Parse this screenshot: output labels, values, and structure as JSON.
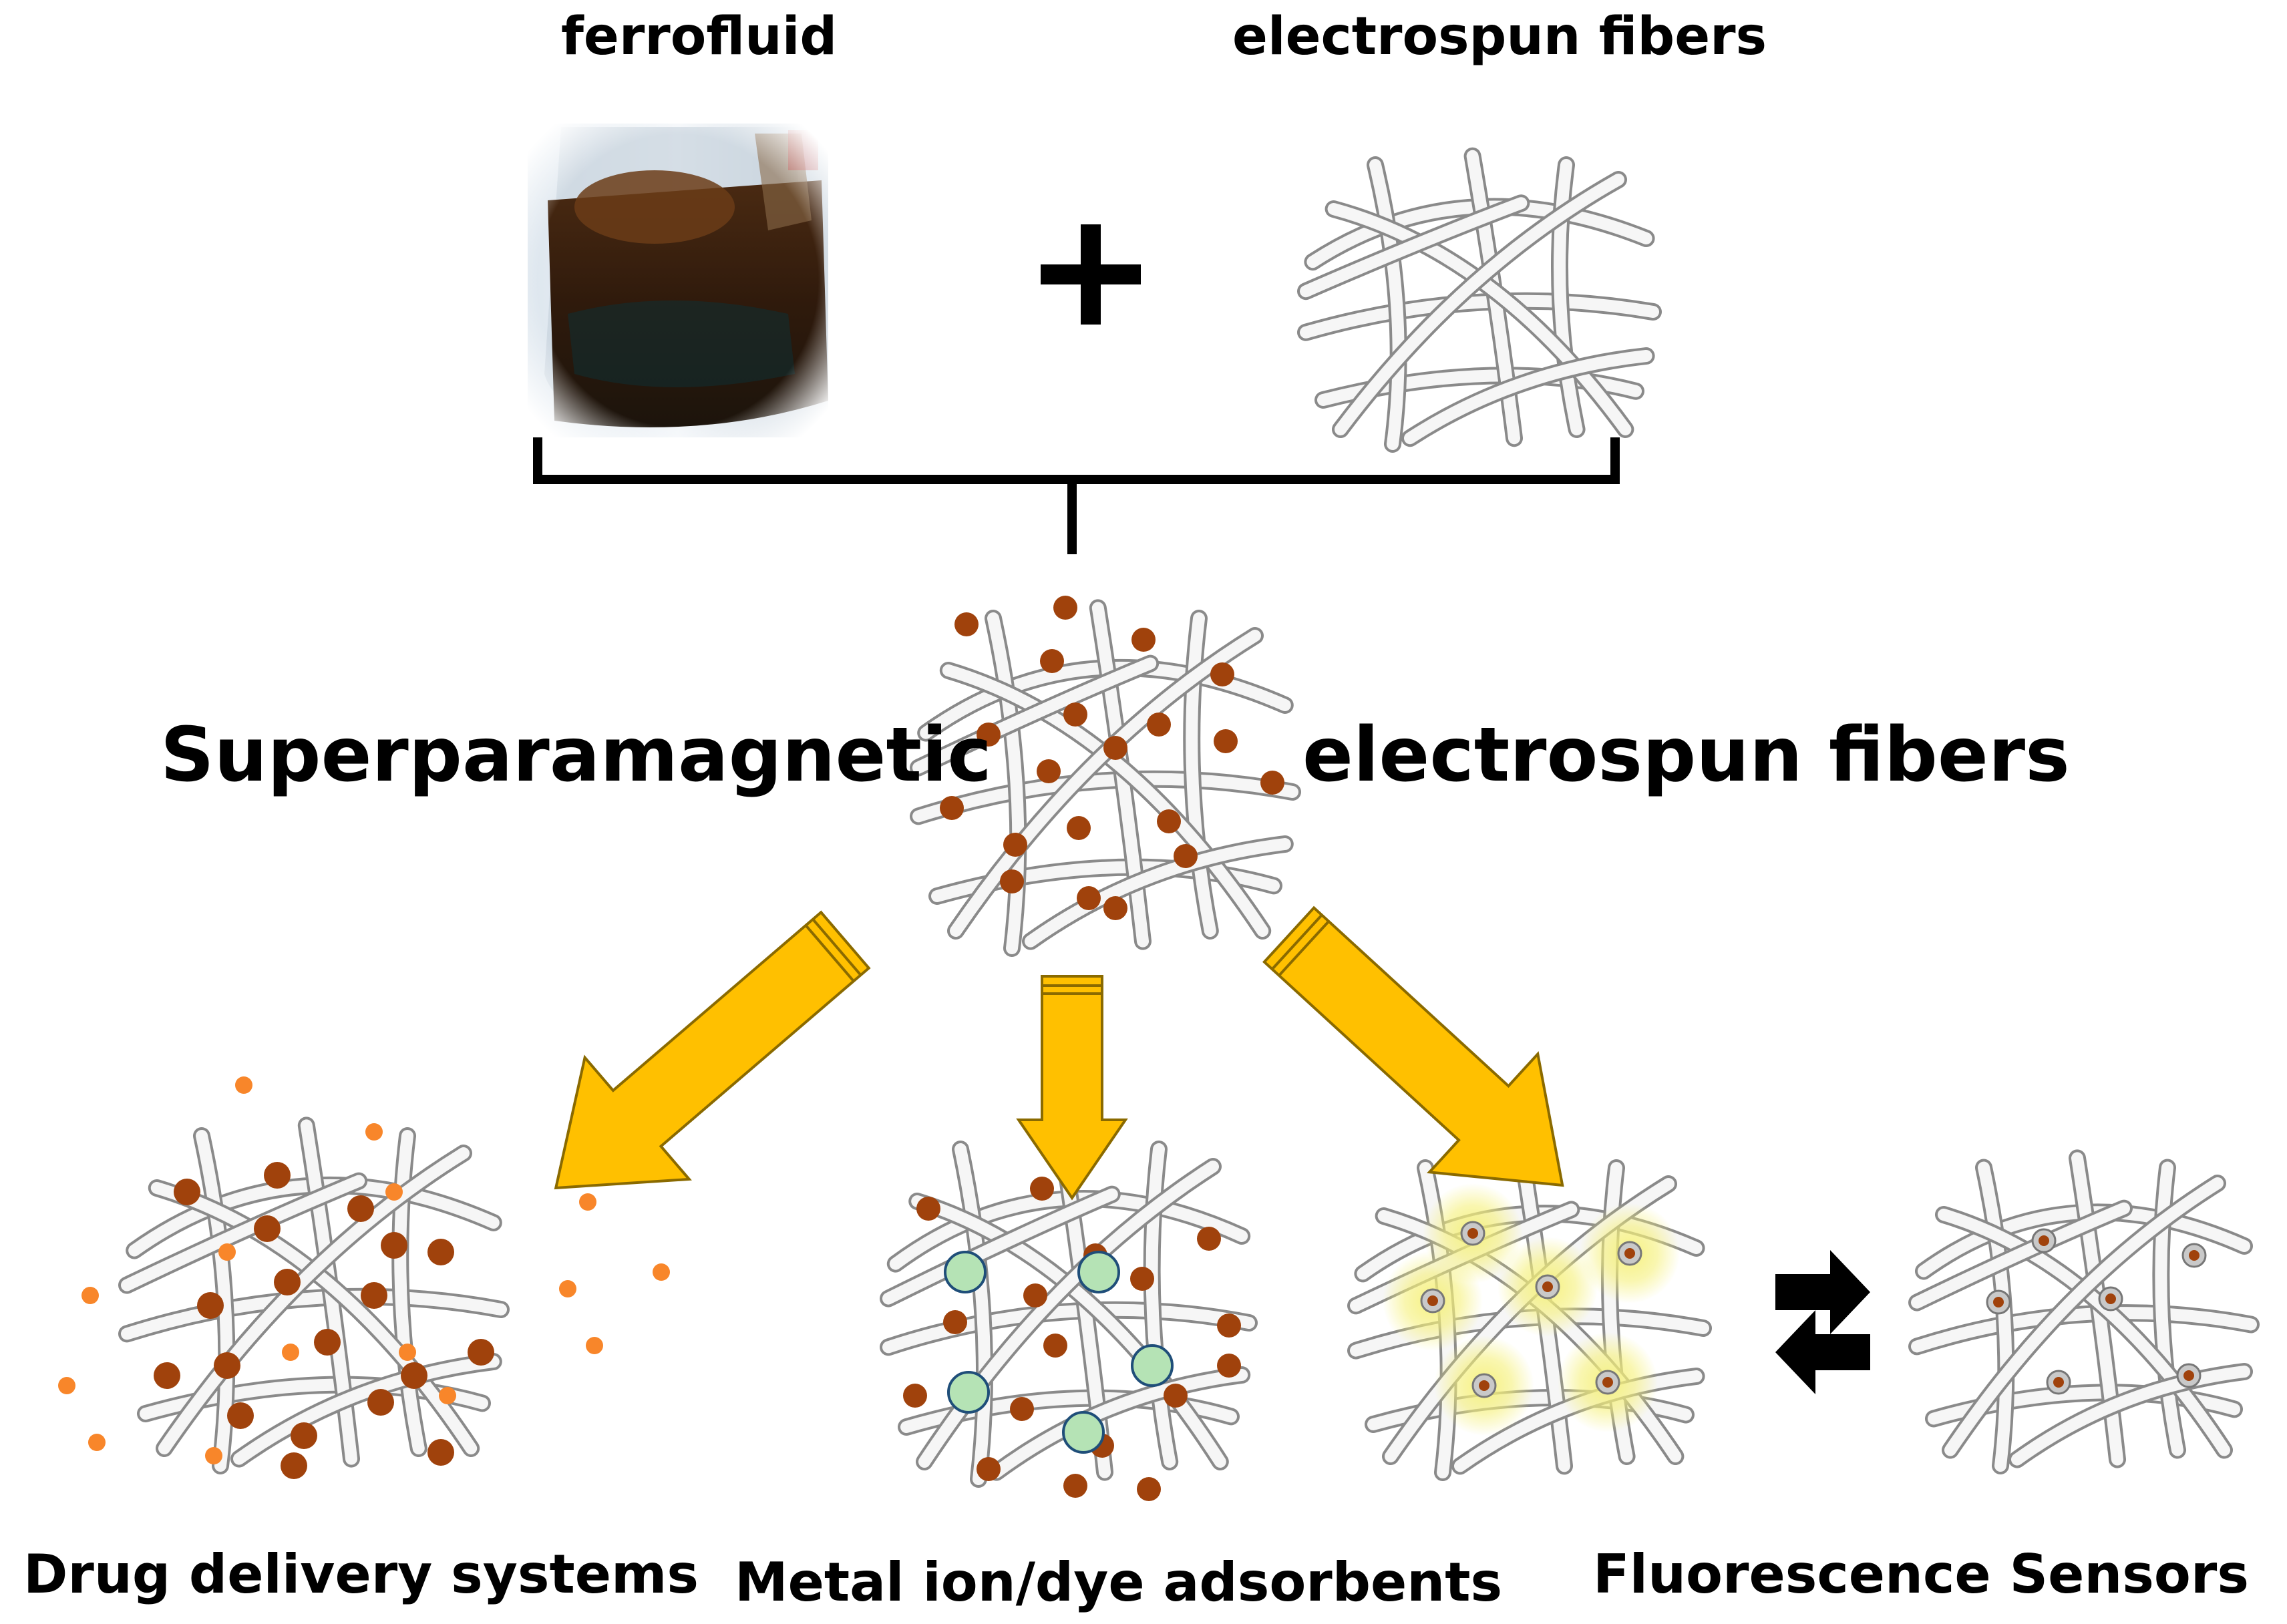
{
  "labels": {
    "ferrofluid": "ferrofluid",
    "electrospun_fibers_top": "electrospun fibers",
    "superparamagnetic": "Superparamagnetic",
    "electrospun_fibers_mid": "electrospun fibers",
    "drug_delivery": "Drug delivery systems",
    "metal_ion_dye": "Metal ion/dye adsorbents",
    "fluorescence_sensors": "Fluorescence Sensors"
  },
  "icons": {
    "plus": "plus-icon",
    "brace": "curly-brace",
    "arrows": "yellow-block-arrow",
    "equilibrium": "equilibrium-arrows-icon",
    "ferrofluid_beaker": "beaker-photo"
  },
  "colors": {
    "arrow_fill": "#FFC000",
    "arrow_stroke": "#8a6a00",
    "magnetic_particle": "#A0420C",
    "released_drug": "#F8862A",
    "adsorbed_species": "#B5E3B5",
    "adsorbed_outline": "#1F4E79",
    "fluorescence_glow": "#F5F07A",
    "fiber_fill": "#f6f6f6",
    "fiber_stroke": "#8a8a8a",
    "text": "#000000"
  }
}
